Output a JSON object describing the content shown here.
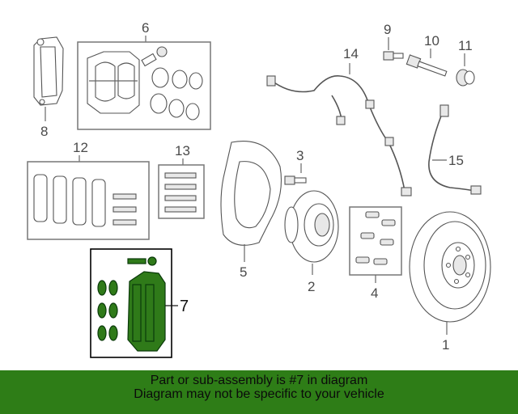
{
  "diagram": {
    "callouts": {
      "c1": "1",
      "c2": "2",
      "c3": "3",
      "c4": "4",
      "c5": "5",
      "c6": "6",
      "c7": "7",
      "c8": "8",
      "c9": "9",
      "c10": "10",
      "c11": "11",
      "c12": "12",
      "c13": "13",
      "c14": "14",
      "c15": "15"
    },
    "selected_callout": "7",
    "highlight_color": "#2e7d17"
  },
  "banner": {
    "line1": "Part or sub-assembly is #7 in diagram",
    "line2": "Diagram may not be specific to your vehicle"
  }
}
